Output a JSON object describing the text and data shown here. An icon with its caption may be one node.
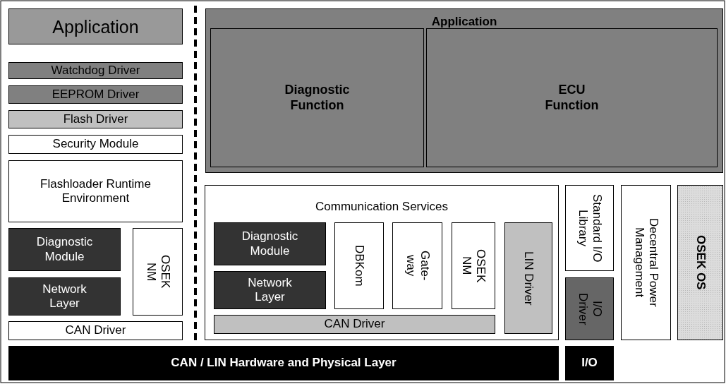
{
  "diagram": {
    "nodes": [
      {
        "text": [
          "Application"
        ]
      },
      {
        "text": [
          "Watchdog Driver"
        ]
      },
      {
        "text": [
          "EEPROM Driver"
        ]
      },
      {
        "text": [
          "Flash Driver"
        ]
      },
      {
        "text": [
          "Security Module"
        ]
      },
      {
        "text": [
          "Flashloader Runtime Environment"
        ]
      },
      {
        "text": [
          "Diagnostic Module"
        ]
      },
      {
        "text": [
          "Network Layer"
        ]
      },
      {
        "text": [
          "OSEK NM"
        ]
      },
      {
        "text": [
          "CAN Driver"
        ]
      },
      {
        "text": [
          "Application"
        ]
      },
      {
        "text": [
          "Diagnostic Function"
        ],
        "in": 10
      },
      {
        "text": [
          "ECU Function"
        ],
        "in": 10
      },
      {
        "text": [
          "Communication Services"
        ]
      },
      {
        "text": [
          "Diagnostic Module"
        ],
        "in": 13
      },
      {
        "text": [
          "Network Layer"
        ],
        "in": 13
      },
      {
        "text": [
          "DBKom"
        ],
        "in": 13
      },
      {
        "text": [
          "Gate- way"
        ],
        "in": 13
      },
      {
        "text": [
          "OSEK NM"
        ],
        "in": 13
      },
      {
        "text": [
          "LIN Driver"
        ],
        "in": 13
      },
      {
        "text": [
          "CAN Driver"
        ],
        "in": 13
      },
      {
        "text": [
          "Standard I/O Library"
        ]
      },
      {
        "text": [
          "I/O Driver"
        ]
      },
      {
        "text": [
          "Decentral Power Management"
        ]
      },
      {
        "text": [
          "OSEK OS"
        ]
      },
      {
        "text": [
          "CAN / LIN Hardware and Physical Layer"
        ]
      },
      {
        "text": [
          "I/O"
        ]
      }
    ]
  }
}
